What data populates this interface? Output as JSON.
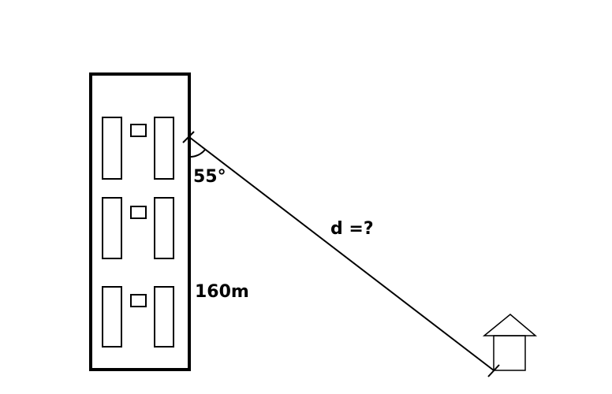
{
  "labels": {
    "angle": "55°",
    "height": "160m",
    "distance": "d =?"
  },
  "colors": {
    "stroke": "#000000",
    "background": "#ffffff"
  }
}
